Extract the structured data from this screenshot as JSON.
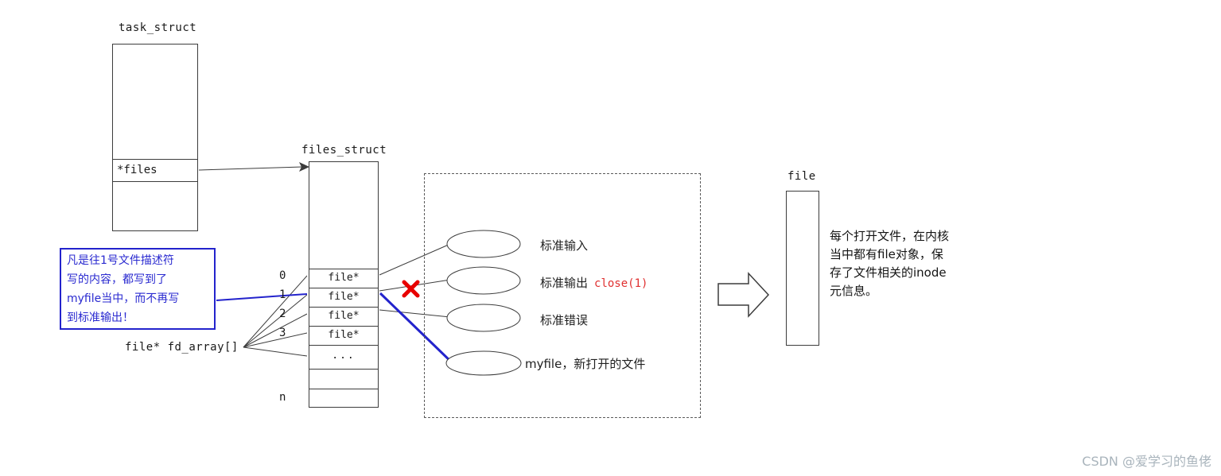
{
  "diagram": {
    "task_struct": {
      "title": "task_struct",
      "files_cell": "*files"
    },
    "files_struct": {
      "title": "files_struct",
      "rows": [
        "file*",
        "file*",
        "file*",
        "file*"
      ],
      "dots_row": "...",
      "indices": [
        "0",
        "1",
        "2",
        "3"
      ],
      "n_label": "n"
    },
    "fd_array_label": "file* fd_array[]",
    "note_box": {
      "lines": [
        "凡是往1号文件描述符",
        "写的内容，都写到了",
        "myfile当中，而不再写",
        "到标准输出！"
      ]
    },
    "ellipses": [
      {
        "label": "标准输入",
        "annotation": ""
      },
      {
        "label": "标准输出",
        "annotation": "close(1)"
      },
      {
        "label": "标准错误",
        "annotation": ""
      },
      {
        "label": "myfile，新打开的文件",
        "annotation": ""
      }
    ],
    "file_box_title": "file",
    "kernel_note": {
      "lines": [
        "每个打开文件，在内核",
        "当中都有file对象，保",
        "存了文件相关的inode",
        "元信息。"
      ]
    }
  },
  "watermark": "CSDN @爱学习的鱼佬",
  "colors": {
    "line": "#3c3c3c",
    "blue": "#2323cc",
    "red": "#e80000",
    "watermark_gray": "#a9b4bc"
  }
}
